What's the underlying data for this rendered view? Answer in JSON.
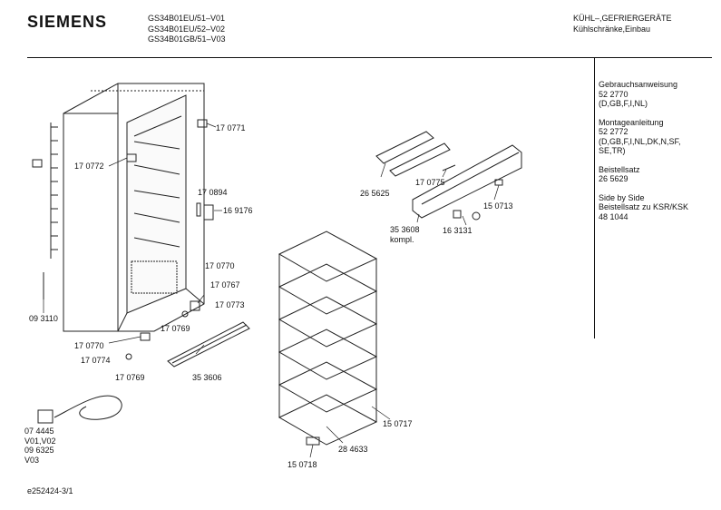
{
  "header": {
    "brand": "SIEMENS",
    "models": [
      "GS34B01EU/51–V01",
      "GS34B01EU/52–V02",
      "GS34B01GB/51–V03"
    ],
    "category": [
      "KÜHL–,GEFRIERGERÄTE",
      "Kühlschränke,Einbau"
    ]
  },
  "sidebar": [
    {
      "lines": [
        "Gebrauchsanweisung",
        "52 2770",
        "(D,GB,F,I,NL)"
      ]
    },
    {
      "lines": [
        "Montageanleitung",
        "52 2772",
        "(D,GB,F,I,NL,DK,N,SF,",
        "SE,TR)"
      ]
    },
    {
      "lines": [
        "Beistellsatz",
        "26 5629"
      ]
    },
    {
      "lines": [
        "Side by Side",
        "Beistellsatz zu KSR/KSK",
        "48 1044"
      ]
    }
  ],
  "parts": {
    "p170771": "17 0771",
    "p170772": "17 0772",
    "p170894": "17 0894",
    "p169176": "16 9176",
    "p170770a": "17 0770",
    "p170767": "17 0767",
    "p170773": "17 0773",
    "p170769a": "17 0769",
    "p093110": "09 3110",
    "p170770b": "17 0770",
    "p170774": "17 0774",
    "p170769b": "17 0769",
    "p353606": "35 3606",
    "p074445": [
      "07 4445",
      "V01,V02",
      "09 6325",
      "V03"
    ],
    "p265625": "26 5625",
    "p170775": "17 0775",
    "p150713": "15 0713",
    "p353608": [
      "35 3608",
      "kompl."
    ],
    "p163131": "16 3131",
    "p150717": "15 0717",
    "p284633": "28 4633",
    "p150718": "15 0718"
  },
  "footer": "e252424-3/1"
}
